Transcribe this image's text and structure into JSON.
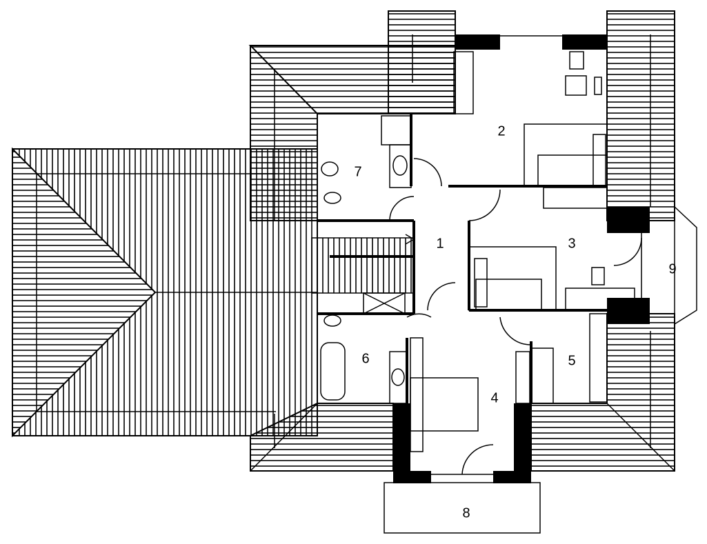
{
  "title": "Attic floor plan",
  "rooms": [
    {
      "number": "1"
    },
    {
      "number": "2"
    },
    {
      "number": "3"
    },
    {
      "number": "4"
    },
    {
      "number": "5"
    },
    {
      "number": "6"
    },
    {
      "number": "7"
    },
    {
      "number": "8"
    },
    {
      "number": "9"
    }
  ],
  "colors": {
    "ink": "#000000",
    "paper": "#ffffff"
  }
}
